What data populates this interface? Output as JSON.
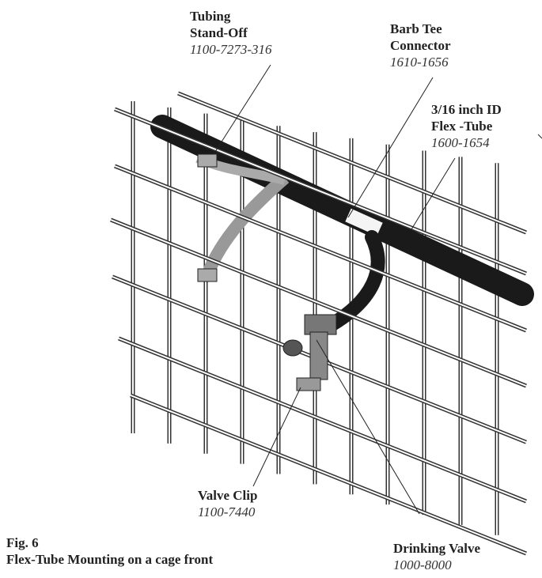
{
  "labels": {
    "standoff": {
      "name1": "Tubing",
      "name2": "Stand-Off",
      "part": "1100-7273-316"
    },
    "barb_tee": {
      "name1": "Barb Tee",
      "name2": "Connector",
      "part": "1610-1656"
    },
    "flex_tube": {
      "name1": "3/16 inch ID",
      "name2": "Flex -Tube",
      "part": "1600-1654"
    },
    "valve_clip": {
      "name1": "Valve Clip",
      "part": "1100-7440"
    },
    "drinking_valve": {
      "name1": "Drinking Valve",
      "part": "1000-8000"
    }
  },
  "caption": {
    "fig": "Fig. 6",
    "title": "Flex-Tube Mounting on a cage front"
  }
}
